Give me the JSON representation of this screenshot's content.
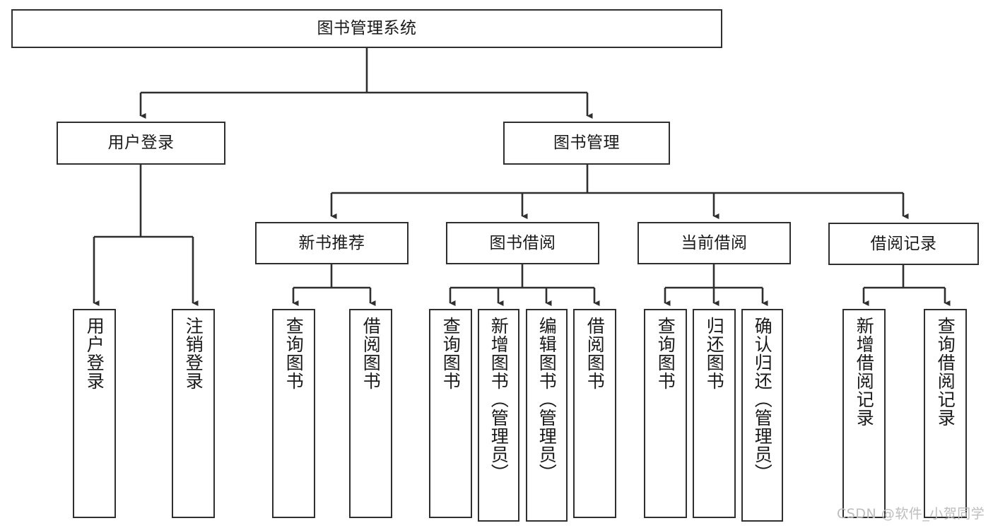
{
  "diagram": {
    "title": "图书管理系统",
    "type": "tree-hierarchy-diagram",
    "watermark": "CSDN @软件_小贺同学",
    "colors": {
      "border": "#2f2f2f",
      "background": "#ffffff",
      "text": "#1a1a1a",
      "watermark": "#bdbdbd"
    },
    "nodes": {
      "root": {
        "label": "图书管理系统"
      },
      "level2": [
        {
          "id": "user-login",
          "label": "用户登录"
        },
        {
          "id": "book-management",
          "label": "图书管理"
        }
      ],
      "level3": [
        {
          "id": "new-book-recommend",
          "label": "新书推荐"
        },
        {
          "id": "book-borrow",
          "label": "图书借阅"
        },
        {
          "id": "current-borrow",
          "label": "当前借阅"
        },
        {
          "id": "borrow-record",
          "label": "借阅记录"
        }
      ],
      "leaves": {
        "user-login": [
          {
            "id": "leaf-user-login",
            "label": "用户登录"
          },
          {
            "id": "leaf-logout",
            "label": "注销登录"
          }
        ],
        "new-book-recommend": [
          {
            "id": "leaf-query-book-1",
            "label": "查询图书"
          },
          {
            "id": "leaf-borrow-book-1",
            "label": "借阅图书"
          }
        ],
        "book-borrow": [
          {
            "id": "leaf-query-book-2",
            "label": "查询图书"
          },
          {
            "id": "leaf-add-book",
            "label": "新增图书（管理员）"
          },
          {
            "id": "leaf-edit-book",
            "label": "编辑图书（管理员）"
          },
          {
            "id": "leaf-borrow-book-2",
            "label": "借阅图书"
          }
        ],
        "current-borrow": [
          {
            "id": "leaf-query-book-3",
            "label": "查询图书"
          },
          {
            "id": "leaf-return-book",
            "label": "归还图书"
          },
          {
            "id": "leaf-confirm-return",
            "label": "确认归还（管理员）"
          }
        ],
        "borrow-record": [
          {
            "id": "leaf-add-record",
            "label": "新增借阅记录"
          },
          {
            "id": "leaf-query-record",
            "label": "查询借阅记录"
          }
        ]
      }
    }
  }
}
